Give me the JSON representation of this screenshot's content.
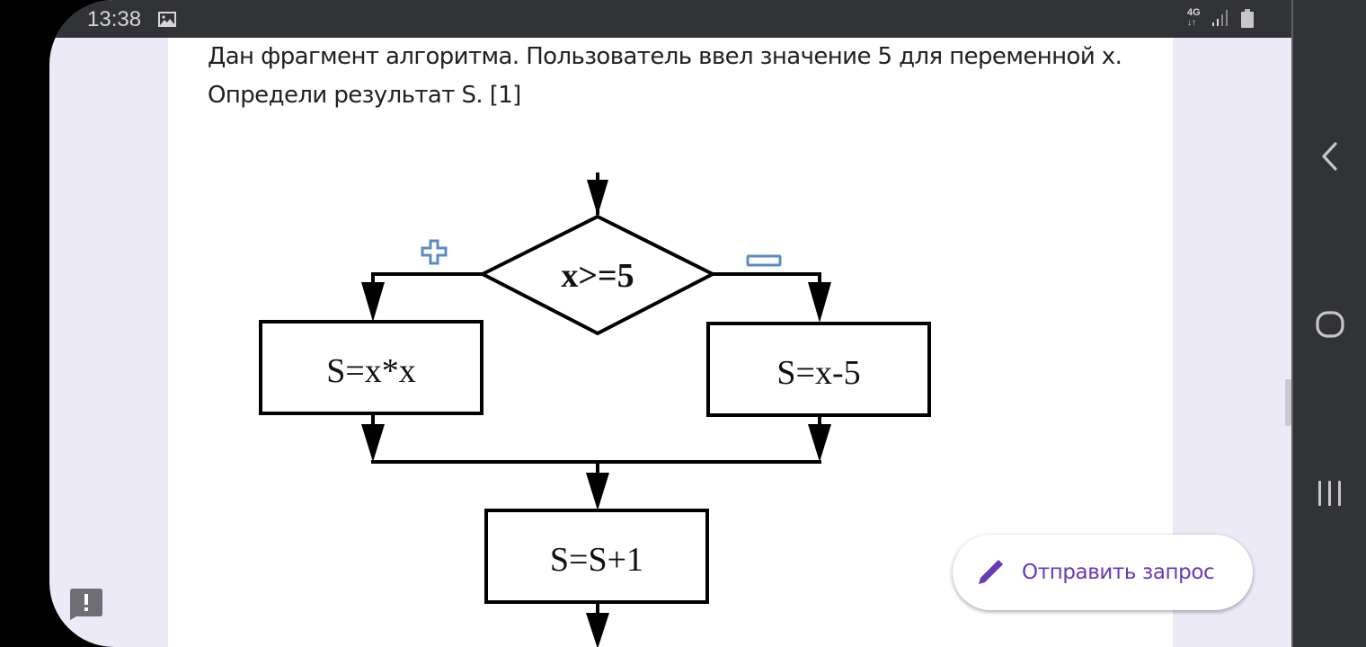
{
  "status_bar": {
    "time": "13:38",
    "notification_icon": "gallery-icon",
    "network_label": "4G",
    "signal_icon": "signal-icon",
    "battery_icon": "battery-icon"
  },
  "question": {
    "line1": "Дан фрагмент алгоритма. Пользователь ввел значение 5 для переменной x.",
    "line2": "Определи результат S. [1]"
  },
  "flowchart": {
    "condition": "x>=5",
    "yes_branch_mark": "+",
    "no_branch_mark": "−",
    "yes_action": "S=x*x",
    "no_action": "S=x-5",
    "final_action": "S=S+1",
    "mark_color": "#5b8cc0"
  },
  "fab": {
    "label": "Отправить запрос",
    "icon": "pencil-icon",
    "accent": "#673ab7"
  },
  "report_button": {
    "icon": "report-icon"
  },
  "nav_bar": {
    "back_icon": "back-icon",
    "home_icon": "home-icon",
    "recents_icon": "recents-icon"
  }
}
